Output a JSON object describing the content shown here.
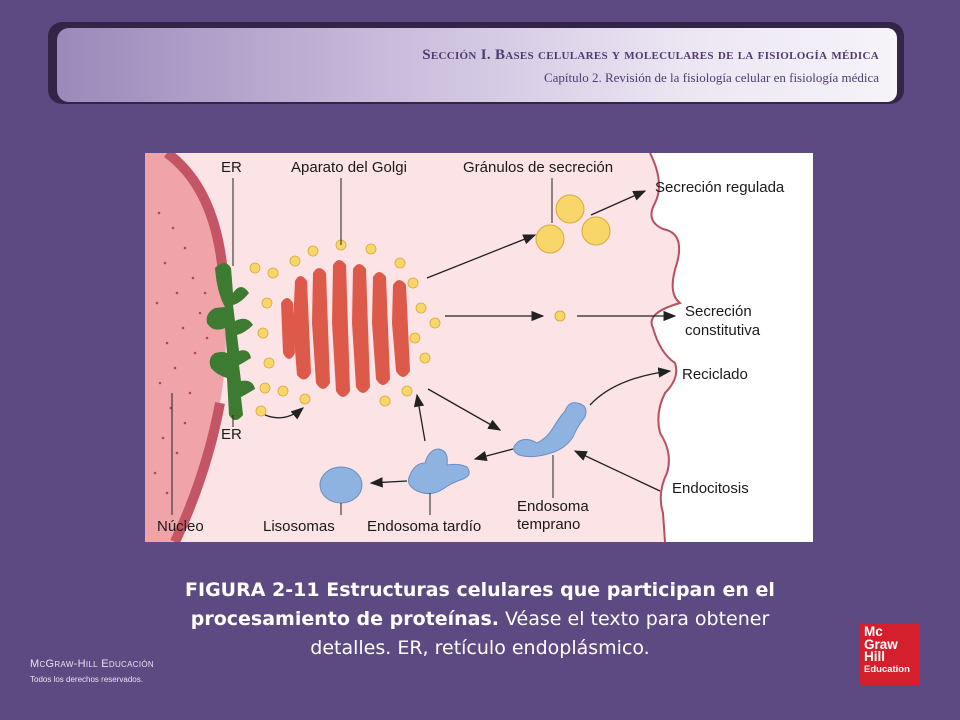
{
  "header": {
    "title": "Sección I. Bases celulares y moleculares de la fisiología médica",
    "subtitle": "Capítulo 2. Revisión de la fisiología celular en fisiología médica"
  },
  "figure": {
    "labels": {
      "er_top": "ER",
      "golgi": "Aparato del Golgi",
      "granulos": "Gránulos de secreción",
      "secrecion_regulada": "Secreción regulada",
      "secrecion_constitutiva_1": "Secreción",
      "secrecion_constitutiva_2": "constitutiva",
      "reciclado": "Reciclado",
      "endocitosis": "Endocitosis",
      "endosoma_temprano_1": "Endosoma",
      "endosoma_temprano_2": "temprano",
      "endosoma_tardio": "Endosoma tardío",
      "lisosomas": "Lisosomas",
      "nucleo": "Núcleo",
      "er_bottom": "ER"
    }
  },
  "caption": {
    "bold": "FIGURA 2-11 Estructuras celulares que participan en el procesamiento de proteínas.",
    "rest": " Véase el texto para obtener detalles. ER, retículo endoplásmico."
  },
  "footer": {
    "brand": "McGraw-Hill Educación",
    "rights": "Todos los derechos reservados."
  },
  "logo": {
    "line1": "Mc",
    "line2": "Graw",
    "line3": "Hill",
    "line4": "Education"
  },
  "colors": {
    "background": "#5e4a82",
    "cytoplasm": "#fbe3e6",
    "er": "#3d7a32",
    "golgi": "#dd5a4a",
    "vesicle": "#f8d66a",
    "endosome": "#8fb3e0",
    "logo": "#d4202d"
  }
}
